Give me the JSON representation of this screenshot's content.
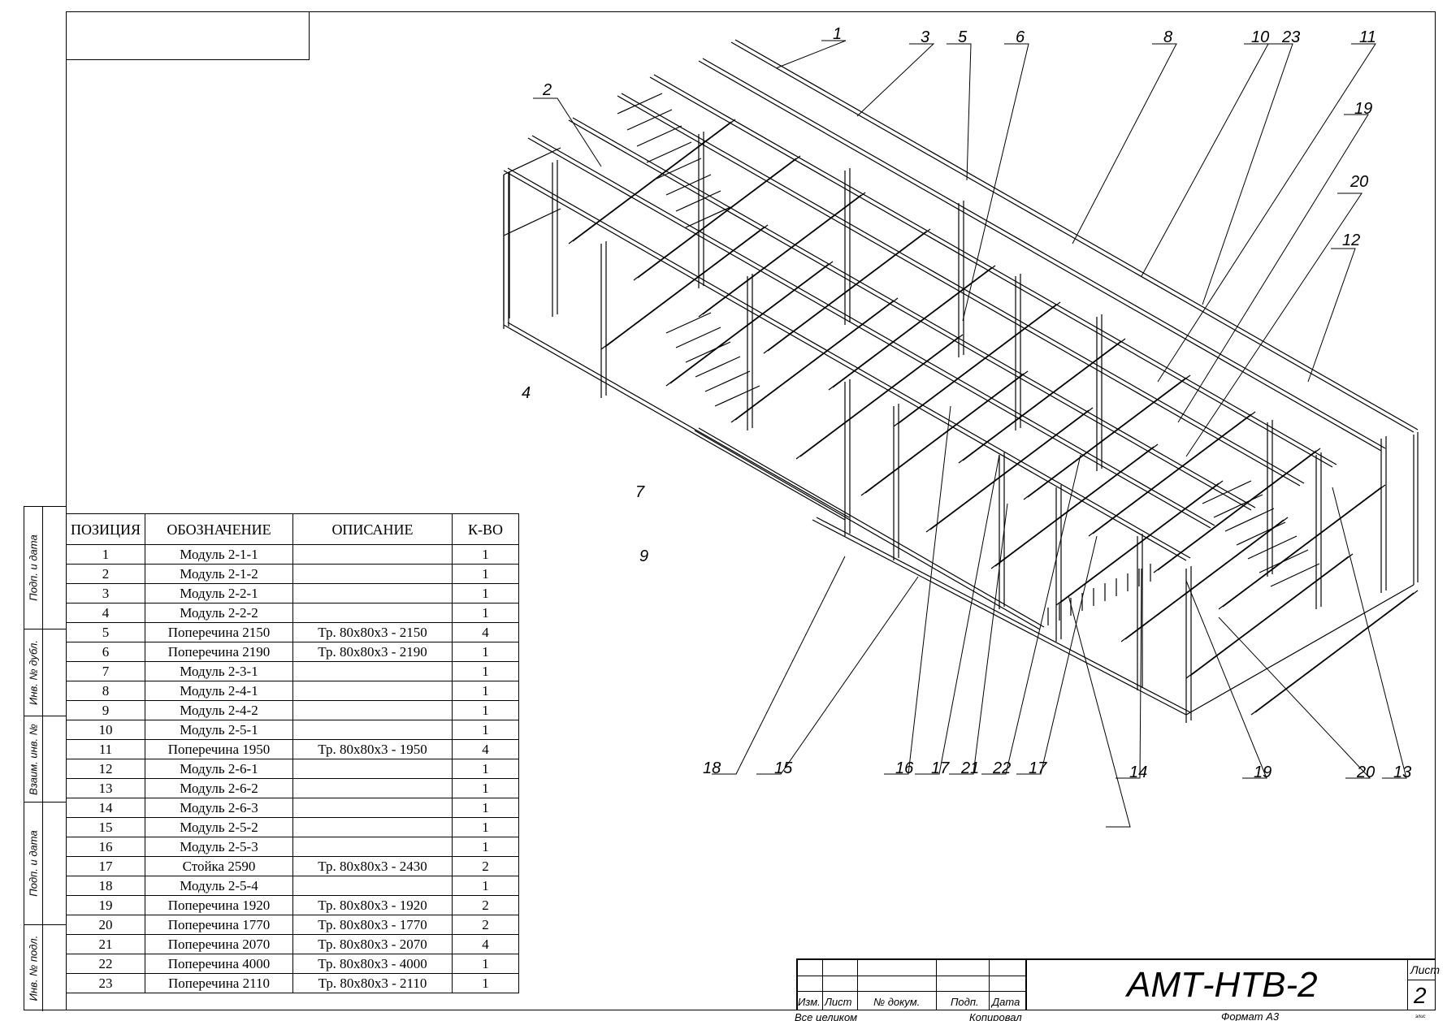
{
  "side_labels": [
    "Подп. и дата",
    "Инв. № дубл.",
    "Взаим. инв. №",
    "Подп. и дата",
    "Инв. № подл."
  ],
  "table": {
    "headers": [
      "ПОЗИЦИЯ",
      "ОБОЗНАЧЕНИЕ",
      "ОПИСАНИЕ",
      "К-ВО"
    ],
    "rows": [
      [
        "1",
        "Модуль 2-1-1",
        "",
        "1"
      ],
      [
        "2",
        "Модуль 2-1-2",
        "",
        "1"
      ],
      [
        "3",
        "Модуль 2-2-1",
        "",
        "1"
      ],
      [
        "4",
        "Модуль 2-2-2",
        "",
        "1"
      ],
      [
        "5",
        "Поперечина 2150",
        "Тр. 80х80х3 - 2150",
        "4"
      ],
      [
        "6",
        "Поперечина 2190",
        "Тр. 80х80х3 - 2190",
        "1"
      ],
      [
        "7",
        "Модуль 2-3-1",
        "",
        "1"
      ],
      [
        "8",
        "Модуль 2-4-1",
        "",
        "1"
      ],
      [
        "9",
        "Модуль 2-4-2",
        "",
        "1"
      ],
      [
        "10",
        "Модуль 2-5-1",
        "",
        "1"
      ],
      [
        "11",
        "Поперечина 1950",
        "Тр. 80х80х3 - 1950",
        "4"
      ],
      [
        "12",
        "Модуль 2-6-1",
        "",
        "1"
      ],
      [
        "13",
        "Модуль 2-6-2",
        "",
        "1"
      ],
      [
        "14",
        "Модуль 2-6-3",
        "",
        "1"
      ],
      [
        "15",
        "Модуль 2-5-2",
        "",
        "1"
      ],
      [
        "16",
        "Модуль 2-5-3",
        "",
        "1"
      ],
      [
        "17",
        "Стойка 2590",
        "Тр. 80х80х3 - 2430",
        "2"
      ],
      [
        "18",
        "Модуль 2-5-4",
        "",
        "1"
      ],
      [
        "19",
        "Поперечина 1920",
        "Тр. 80х80х3 - 1920",
        "2"
      ],
      [
        "20",
        "Поперечина 1770",
        "Тр. 80х80х3 - 1770",
        "2"
      ],
      [
        "21",
        "Поперечина 2070",
        "Тр. 80х80х3 - 2070",
        "4"
      ],
      [
        "22",
        "Поперечина 4000",
        "Тр. 80х80х3 - 4000",
        "1"
      ],
      [
        "23",
        "Поперечина 2110",
        "Тр. 80х80х3 - 2110",
        "1"
      ]
    ]
  },
  "title_block": {
    "col_headers": [
      "Изм.",
      "Лист",
      "№ докум.",
      "Подп.",
      "Дата"
    ],
    "designation": "АМТ-НТВ-2",
    "sheet_label": "Лист",
    "sheet_number": "2",
    "footer_left": "Все целиком",
    "footer_copy": "Копировал",
    "footer_format": "Формат А3",
    "footer_small": "элис"
  },
  "callouts": [
    "1",
    "2",
    "3",
    "4",
    "5",
    "6",
    "7",
    "8",
    "9",
    "10",
    "23",
    "11",
    "19",
    "20",
    "12",
    "18",
    "15",
    "16",
    "17",
    "21",
    "22",
    "17",
    "14",
    "19",
    "20",
    "13"
  ]
}
